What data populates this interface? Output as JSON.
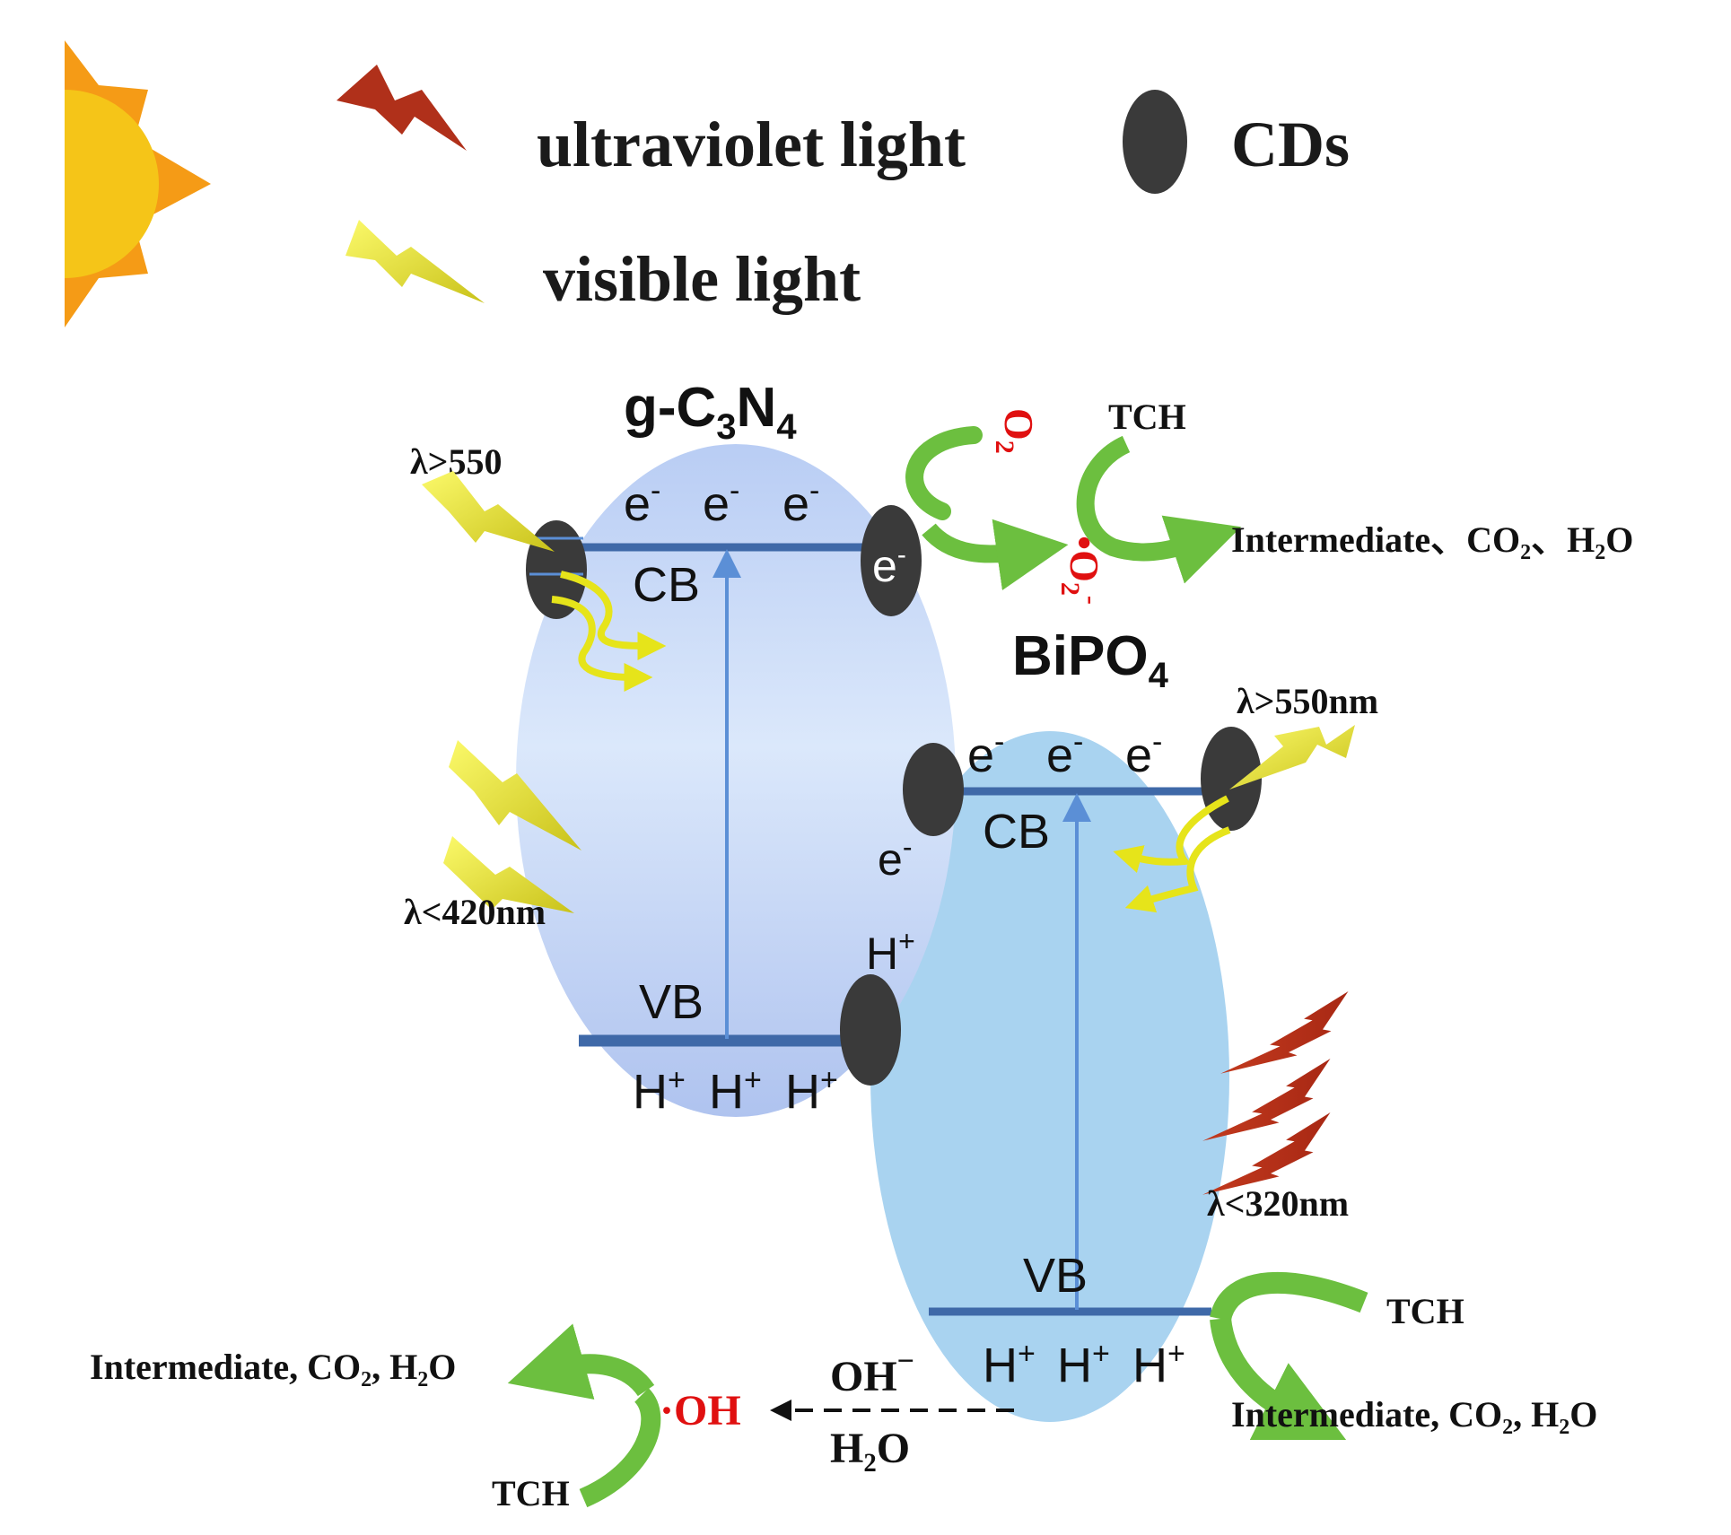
{
  "legend": {
    "uv_label": "ultraviolet light",
    "visible_label": "visible light",
    "cds_label": "CDs"
  },
  "gcn": {
    "name_main": "g-C",
    "name_sub1": "3",
    "name_mid": "N",
    "name_sub2": "4",
    "cb_label": "CB",
    "vb_label": "VB",
    "electron": "e",
    "electron_sup": "-",
    "hole": "H",
    "hole_sup": "+",
    "lambda_top": "λ>550",
    "lambda_mid": "λ<420nm"
  },
  "bipo4": {
    "name_main": "BiPO",
    "name_sub": "4",
    "cb_label": "CB",
    "vb_label": "VB",
    "lambda_top": "λ>550nm",
    "lambda_uv": "λ<320nm"
  },
  "reactions": {
    "o2": "O",
    "o2_sub": "2",
    "superoxide_dot": "•",
    "superoxide": "O",
    "superoxide_sub": "2",
    "superoxide_sup": "-",
    "tch": "TCH",
    "products_top": "Intermediate、CO₂、H₂O",
    "products_right": "Intermediate, CO₂, H₂O",
    "products_left": "Intermediate, CO₂, H₂O",
    "oh_radical": "·OH",
    "oh_minus": "OH",
    "oh_minus_sup": "−",
    "h2o": "H₂O"
  },
  "colors": {
    "gcn_fill": "#c9dbf6",
    "bipo4_fill": "#a9d3f0",
    "band_line": "#3f69a8",
    "arrow_blue": "#5b8fd6",
    "cd_dark": "#3a3a3a",
    "uv_red": "#b0301a",
    "visible_yellow": "#e6e41a",
    "green_arrow": "#6cbf3f",
    "radical_red": "#e01010",
    "sun_core": "#f5c518",
    "sun_ray": "#f59b16"
  }
}
